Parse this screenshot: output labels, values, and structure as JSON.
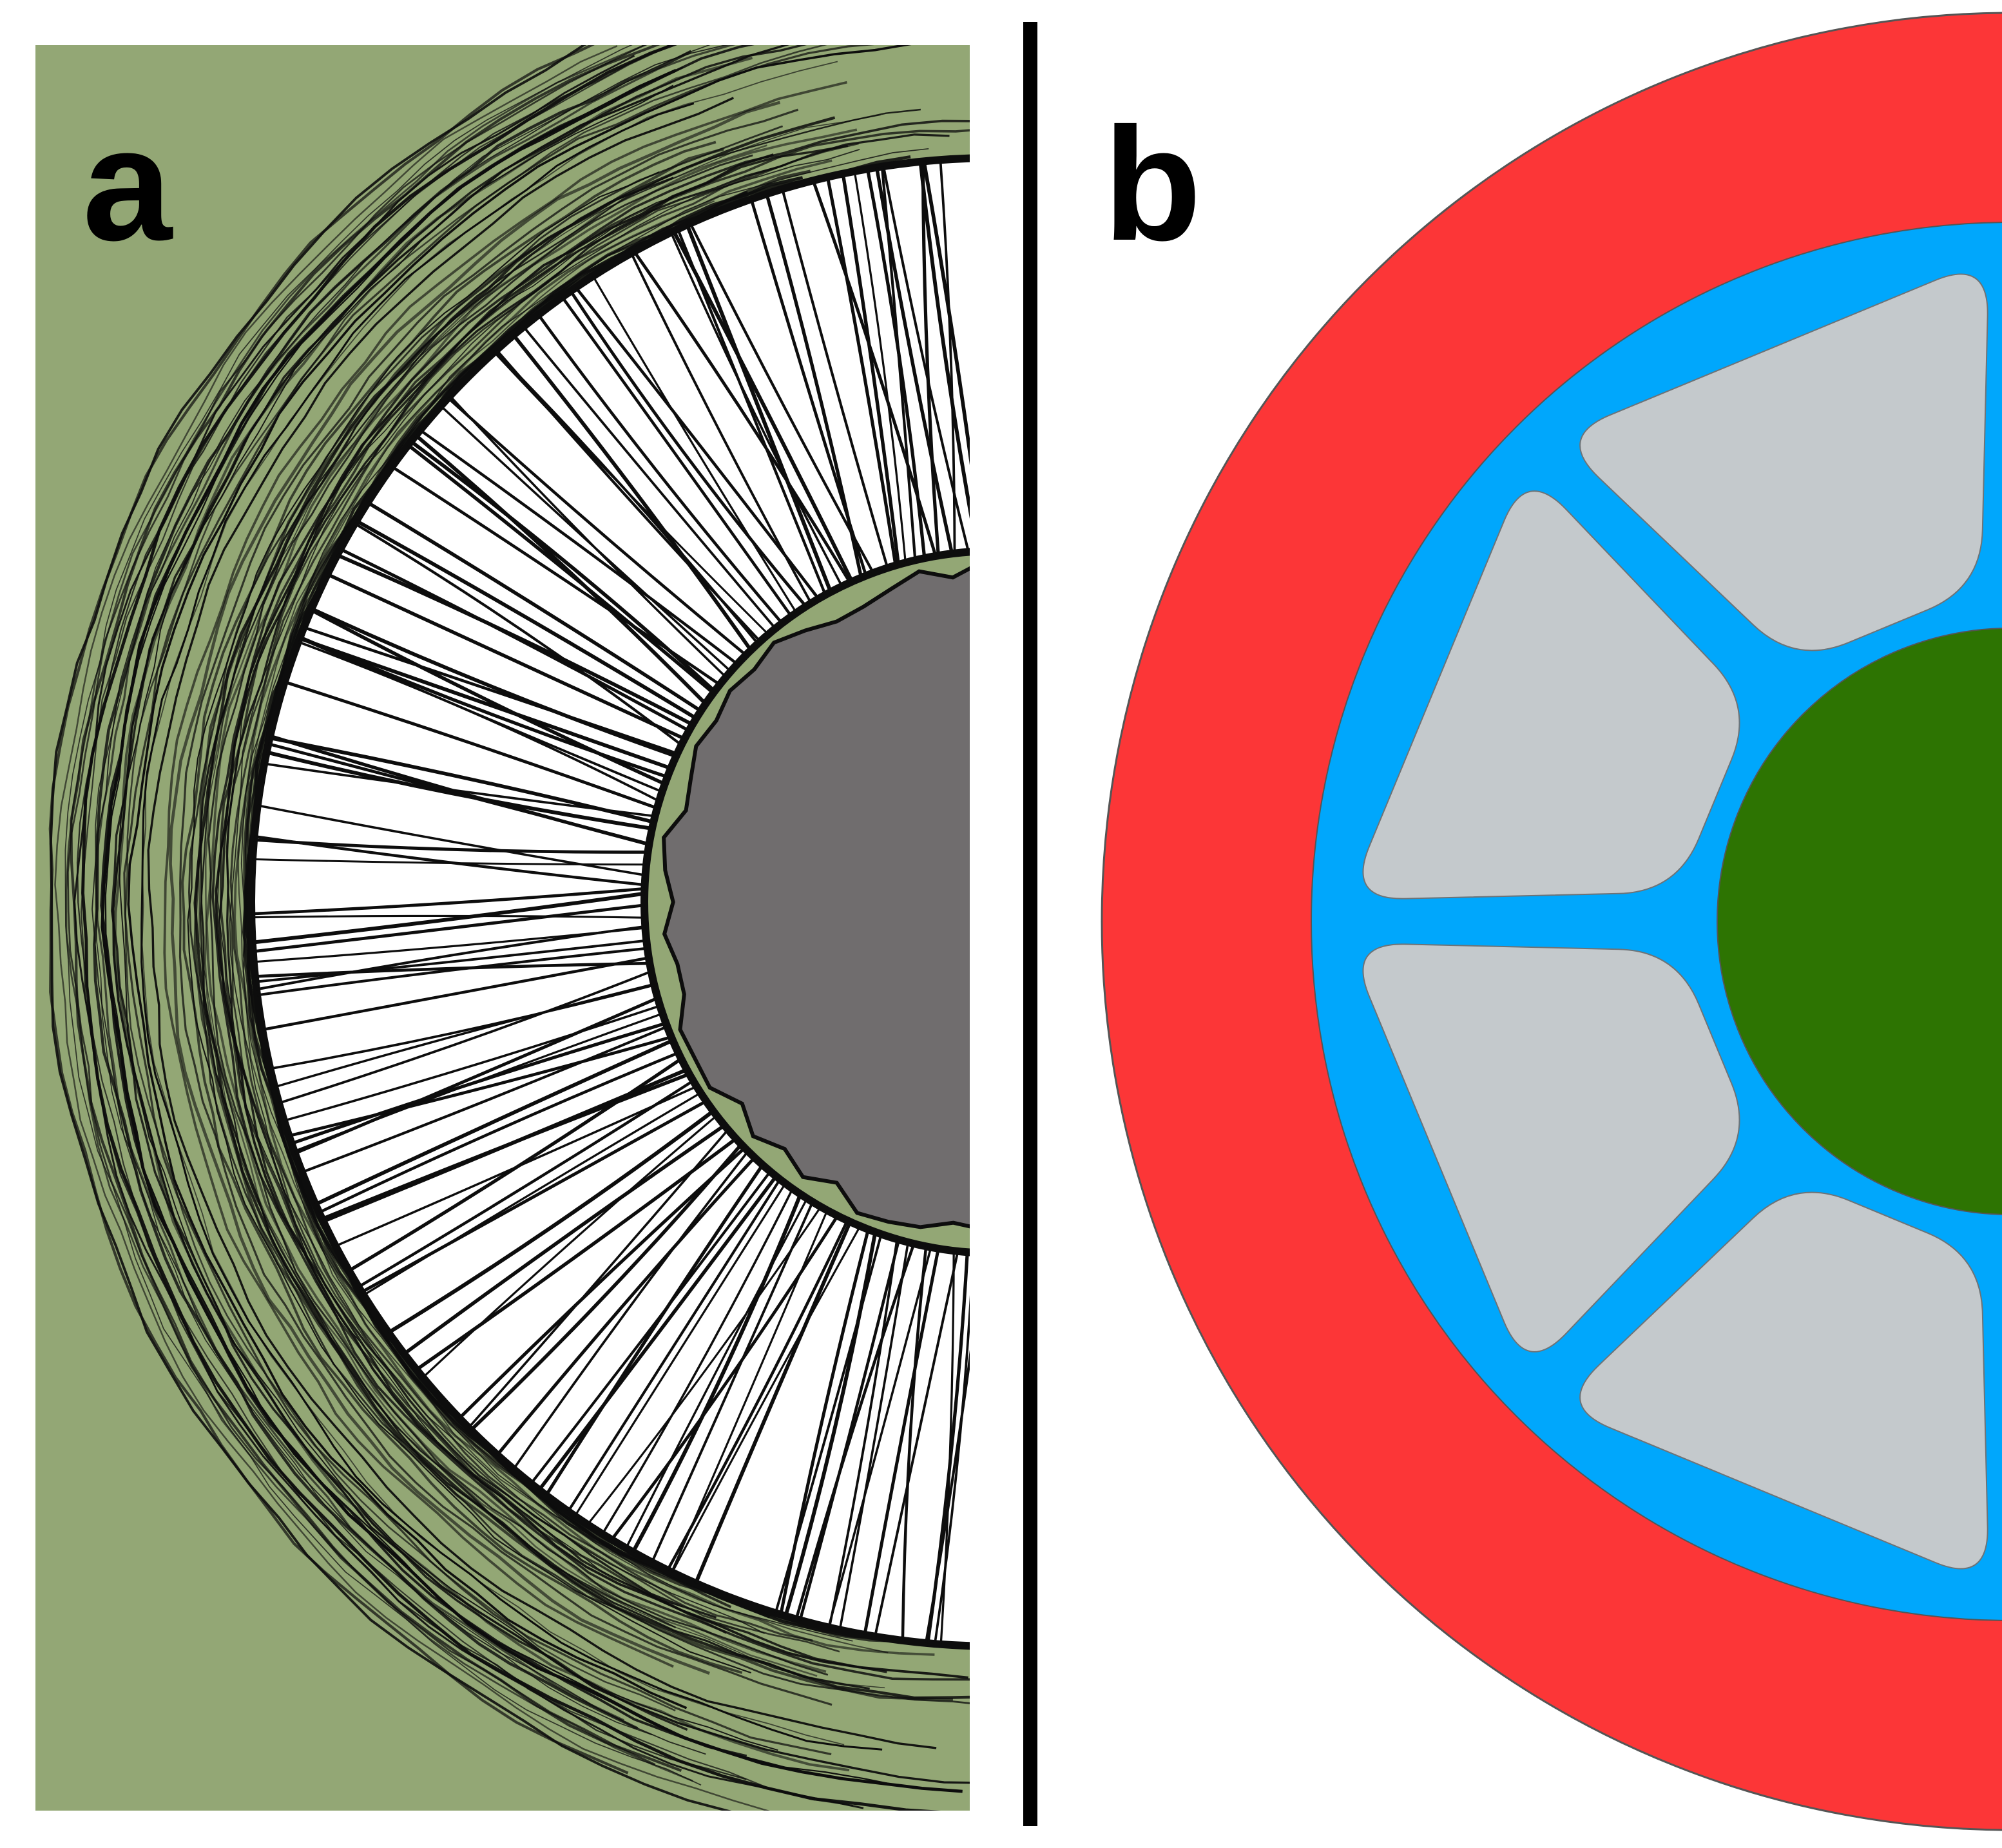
{
  "panels": {
    "a": {
      "label": "a",
      "colors": {
        "background": "#93a775",
        "fibres": "#0d0d0d",
        "lumen": "#706d6e",
        "gap": "#ffffff"
      }
    },
    "b": {
      "label": "b",
      "colors": {
        "outer_ring": "#fc3637",
        "matrix": "#00a7fc",
        "segments": "#c4c9cc",
        "core": "#2d7402"
      },
      "segment_count": 8
    }
  },
  "colors": {
    "divider": "#000000",
    "page": "#ffffff"
  }
}
